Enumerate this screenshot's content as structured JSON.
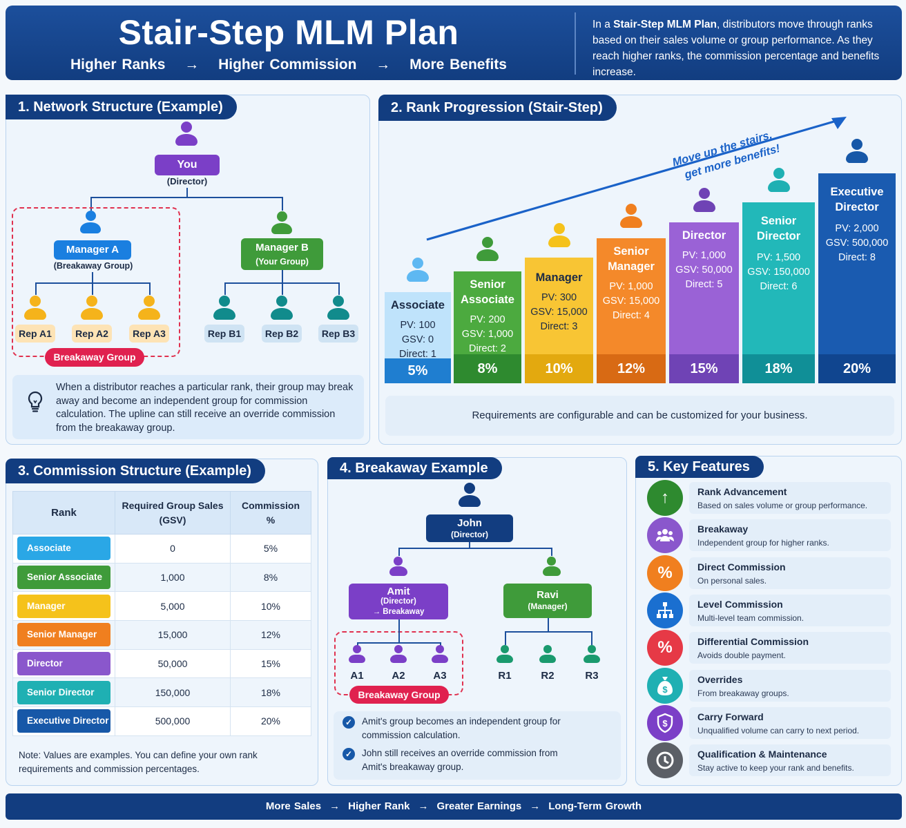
{
  "header": {
    "title": "Stair-Step MLM Plan",
    "sub1": "Higher Ranks",
    "sub2": "Higher Commission",
    "sub3": "More Benefits",
    "arrow": "→",
    "desc_pre": "In a ",
    "desc_bold": "Stair-Step MLM Plan",
    "desc_post": ", distributors move through ranks based on their sales volume or group performance. As they reach higher ranks, the commission percentage and benefits increase."
  },
  "network": {
    "title": "1.  Network Structure (Example)",
    "you_label": "You",
    "you_sub": "(Director)",
    "manager_a": "Manager A",
    "manager_a_sub": "(Breakaway Group)",
    "manager_b": "Manager B",
    "manager_b_sub": "(Your Group)",
    "reps_a": [
      "Rep A1",
      "Rep A2",
      "Rep A3"
    ],
    "reps_b": [
      "Rep B1",
      "Rep B2",
      "Rep B3"
    ],
    "breakaway_pill": "Breakaway Group",
    "note": "When a distributor reaches a particular rank, their group may break away and become an independent group for commission calculation. The upline can still receive an override commission from the breakaway group."
  },
  "progression": {
    "title": "2.  Rank Progression (Stair-Step)",
    "arrow_text1": "Move up the stairs,",
    "arrow_text2": "get more benefits!",
    "steps": [
      {
        "name1": "Associate",
        "name2": "",
        "pv": "PV: 100",
        "gsv": "GSV: 0",
        "direct": "Direct: 1",
        "pct": "5%"
      },
      {
        "name1": "Senior",
        "name2": "Associate",
        "pv": "PV: 200",
        "gsv": "GSV: 1,000",
        "direct": "Direct: 2",
        "pct": "8%"
      },
      {
        "name1": "Manager",
        "name2": "",
        "pv": "PV: 300",
        "gsv": "GSV: 15,000",
        "direct": "Direct: 3",
        "pct": "10%"
      },
      {
        "name1": "Senior",
        "name2": "Manager",
        "pv": "PV: 1,000",
        "gsv": "GSV: 15,000",
        "direct": "Direct: 4",
        "pct": "12%"
      },
      {
        "name1": "Director",
        "name2": "",
        "pv": "PV: 1,000",
        "gsv": "GSV: 50,000",
        "direct": "Direct: 5",
        "pct": "15%"
      },
      {
        "name1": "Senior",
        "name2": "Director",
        "pv": "PV: 1,500",
        "gsv": "GSV: 150,000",
        "direct": "Direct: 6",
        "pct": "18%"
      },
      {
        "name1": "Executive",
        "name2": "Director",
        "pv": "PV: 2,000",
        "gsv": "GSV: 500,000",
        "direct": "Direct: 8",
        "pct": "20%"
      }
    ],
    "note": "Requirements are configurable and can be customized for your business."
  },
  "commission": {
    "title": "3.  Commission Structure (Example)",
    "headers": [
      "Rank",
      "Required Group Sales (GSV)",
      "Commission %"
    ],
    "rows": [
      {
        "rank": "Associate",
        "gsv": "0",
        "pct": "5%"
      },
      {
        "rank": "Senior Associate",
        "gsv": "1,000",
        "pct": "8%"
      },
      {
        "rank": "Manager",
        "gsv": "5,000",
        "pct": "10%"
      },
      {
        "rank": "Senior Manager",
        "gsv": "15,000",
        "pct": "12%"
      },
      {
        "rank": "Director",
        "gsv": "50,000",
        "pct": "15%"
      },
      {
        "rank": "Senior Director",
        "gsv": "150,000",
        "pct": "18%"
      },
      {
        "rank": "Executive Director",
        "gsv": "500,000",
        "pct": "20%"
      }
    ],
    "note": "Note: Values are examples. You can define your own rank requirements and commission percentages."
  },
  "breakaway": {
    "title": "4.  Breakaway Example",
    "john": "John",
    "john_sub": "(Director)",
    "amit": "Amit",
    "amit_sub": "(Director)",
    "amit_sub2": "→ Breakaway",
    "ravi": "Ravi",
    "ravi_sub": "(Manager)",
    "a_labels": [
      "A1",
      "A2",
      "A3"
    ],
    "r_labels": [
      "R1",
      "R2",
      "R3"
    ],
    "pill": "Breakaway Group",
    "check1": "Amit's group becomes an independent group for commission calculation.",
    "check2": "John still receives an override commission from Amit's breakaway group."
  },
  "features": {
    "title": "5.  Key Features",
    "items": [
      {
        "title": "Rank Advancement",
        "desc": "Based on sales volume or group performance.",
        "icon": "arrow-up-icon"
      },
      {
        "title": "Breakaway",
        "desc": "Independent group for higher ranks.",
        "icon": "group-icon"
      },
      {
        "title": "Direct Commission",
        "desc": "On personal sales.",
        "icon": "percent-icon"
      },
      {
        "title": "Level Commission",
        "desc": "Multi-level team commission.",
        "icon": "hierarchy-icon"
      },
      {
        "title": "Differential Commission",
        "desc": "Avoids double payment.",
        "icon": "percent-icon"
      },
      {
        "title": "Overrides",
        "desc": "From breakaway groups.",
        "icon": "money-bag-icon"
      },
      {
        "title": "Carry Forward",
        "desc": "Unqualified volume can carry to next period.",
        "icon": "shield-dollar-icon"
      },
      {
        "title": "Qualification & Maintenance",
        "desc": "Stay active to keep your rank and benefits.",
        "icon": "clock-icon"
      }
    ]
  },
  "footer": {
    "items": [
      "More Sales",
      "Higher Rank",
      "Greater Earnings",
      "Long-Term Growth"
    ],
    "arrow": "→"
  },
  "colors": {
    "navy": "#123d80",
    "associate": "#2aa7e6",
    "senior_associate": "#3f9b3a",
    "manager": "#f5c21b",
    "senior_manager": "#f07f1f",
    "director": "#8a57cc",
    "senior_director": "#1fb0b3",
    "executive_director": "#1758a8",
    "breakaway_red": "#e0214f"
  }
}
